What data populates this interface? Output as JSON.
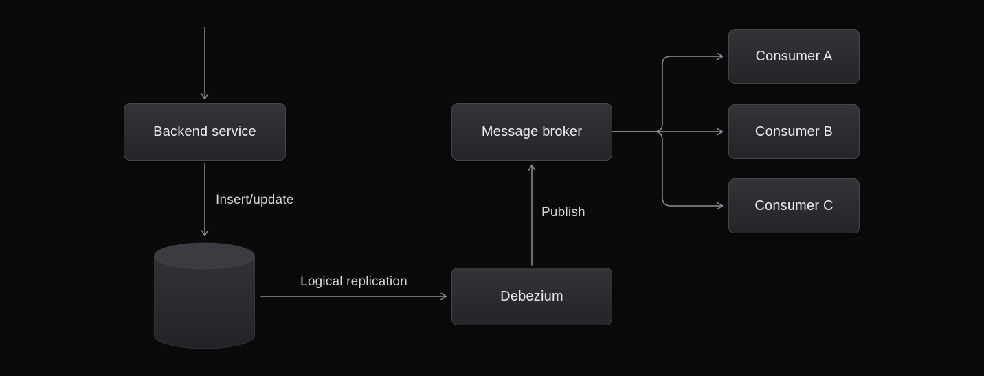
{
  "colors": {
    "background": "#0a0a0b",
    "node_fill": "#2a2b2f",
    "node_border": "#44464c",
    "text": "#e9eaec",
    "edge": "#8f9094",
    "edge_label": "#d4d5d8"
  },
  "diagram": {
    "nodes": {
      "backend": {
        "label": "Backend service"
      },
      "database": {
        "shape": "cylinder"
      },
      "broker": {
        "label": "Message broker"
      },
      "debezium": {
        "label": "Debezium"
      },
      "consumer_a": {
        "label": "Consumer A"
      },
      "consumer_b": {
        "label": "Consumer B"
      },
      "consumer_c": {
        "label": "Consumer C"
      }
    },
    "edges": {
      "insert_update": {
        "label": "Insert/update"
      },
      "logical_replication": {
        "label": "Logical replication"
      },
      "publish": {
        "label": "Publish"
      }
    }
  }
}
